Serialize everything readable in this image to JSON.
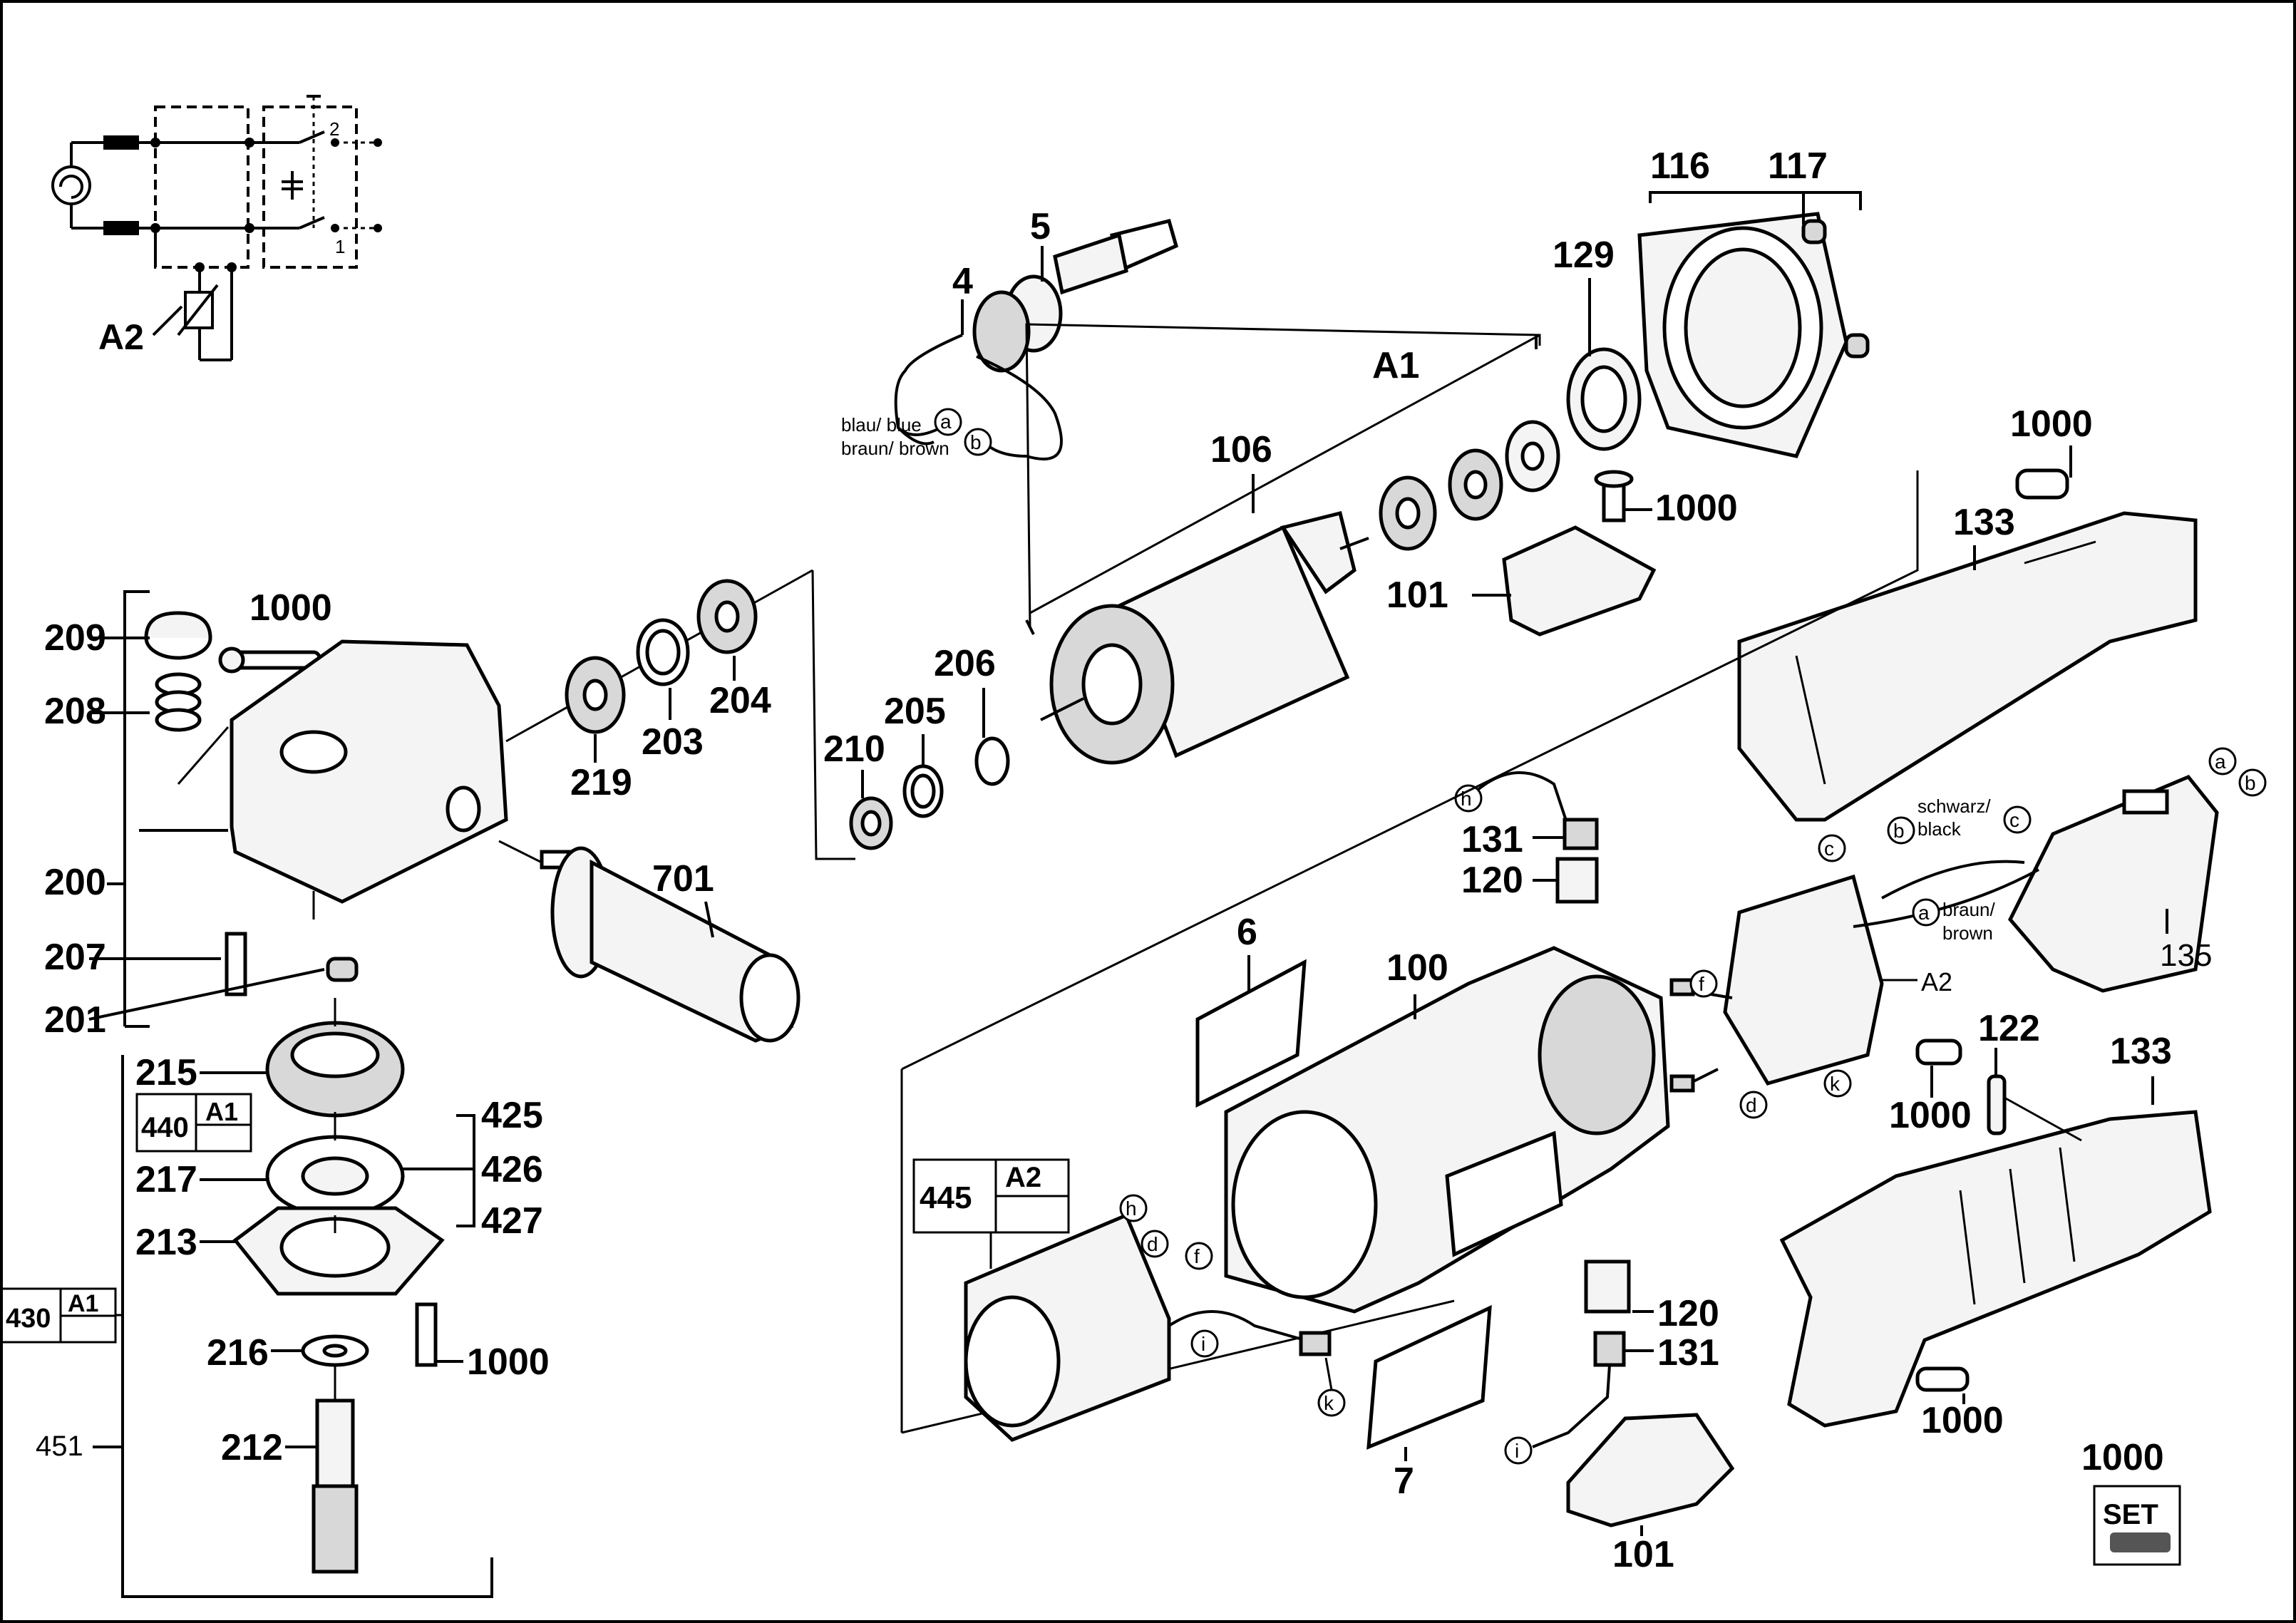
{
  "labels": {
    "l_A2_schematic": "A2",
    "l_4": "4",
    "l_5": "5",
    "l_116": "116",
    "l_117": "117",
    "l_129": "129",
    "l_A1": "A1",
    "l_106": "106",
    "l_1000_a": "1000",
    "l_101_a": "101",
    "l_1000_b": "1000",
    "l_133_a": "133",
    "l_209": "209",
    "l_1000_c": "1000",
    "l_208": "208",
    "l_219": "219",
    "l_203": "203",
    "l_204": "204",
    "l_206": "206",
    "l_205": "205",
    "l_210": "210",
    "l_200": "200",
    "l_701": "701",
    "l_207": "207",
    "l_201": "201",
    "l_215": "215",
    "l_217": "217",
    "l_213": "213",
    "l_425": "425",
    "l_426": "426",
    "l_427": "427",
    "l_216": "216",
    "l_1000_d": "1000",
    "l_212": "212",
    "l_451": "451",
    "l_131_a": "131",
    "l_120_a": "120",
    "l_6": "6",
    "l_100": "100",
    "l_135": "135",
    "l_A2_module": "A2",
    "l_122": "122",
    "l_133_b": "133",
    "l_1000_e": "1000",
    "l_120_b": "120",
    "l_131_b": "131",
    "l_7": "7",
    "l_101_b": "101",
    "l_1000_f": "1000",
    "l_1000_g": "1000"
  },
  "boxes": {
    "b440_num": "440",
    "b440_sub": "A1",
    "b430_num": "430",
    "b430_sub": "A1",
    "b445_num": "445",
    "b445_sub": "A2",
    "set_label": "SET"
  },
  "wires": {
    "blue": "blau/ blue",
    "brown": "braun/ brown",
    "black_de": "schwarz/",
    "black_en": "black",
    "brown_de": "braun/",
    "brown_en": "brown"
  },
  "letters": {
    "a": "a",
    "b": "b",
    "c": "c",
    "d": "d",
    "f": "f",
    "h": "h",
    "i": "i",
    "k": "k"
  },
  "schematic": {
    "terminal_1": "1",
    "terminal_2": "2"
  }
}
